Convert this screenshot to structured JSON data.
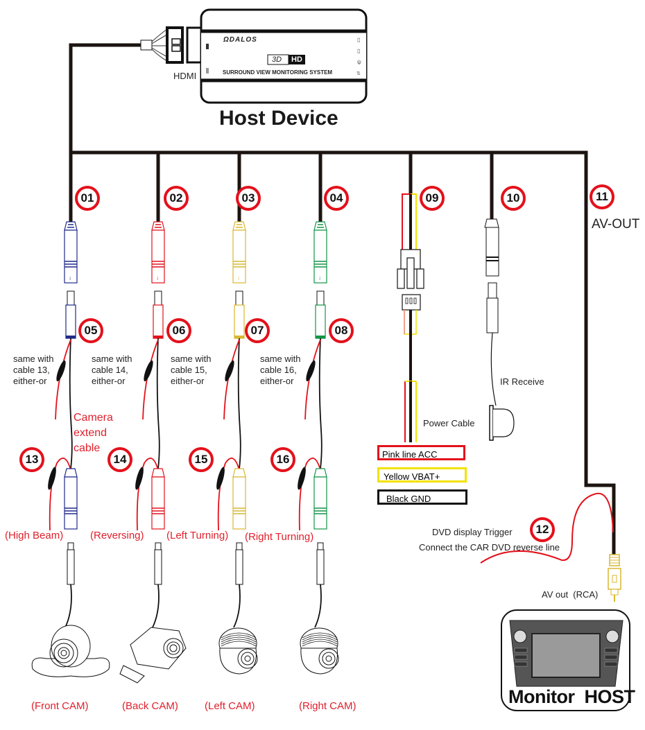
{
  "host": {
    "title": "Host Device",
    "brand": "ΩDALOS",
    "badge_3d": "3D",
    "badge_hd": "HD",
    "system_name": "SURROUND VIEW MONITORING SYSTEM",
    "hdmi_label": "HDMI"
  },
  "cables": [
    {
      "id": "01",
      "color": "#1f2a8a"
    },
    {
      "id": "02",
      "color": "#e3111b"
    },
    {
      "id": "03",
      "color": "#d9b730"
    },
    {
      "id": "04",
      "color": "#129447"
    },
    {
      "id": "05",
      "color": "#1f2a8a"
    },
    {
      "id": "06",
      "color": "#e3111b"
    },
    {
      "id": "07",
      "color": "#d9b730"
    },
    {
      "id": "08",
      "color": "#129447"
    },
    {
      "id": "09"
    },
    {
      "id": "10"
    },
    {
      "id": "11"
    },
    {
      "id": "12"
    },
    {
      "id": "13",
      "color": "#1f2a8a"
    },
    {
      "id": "14",
      "color": "#e3111b"
    },
    {
      "id": "15",
      "color": "#d9b730"
    },
    {
      "id": "16",
      "color": "#129447"
    }
  ],
  "notes": [
    {
      "line1": "same with",
      "line2": "cable 13,",
      "line3": "either-or"
    },
    {
      "line1": "same with",
      "line2": "cable 14,",
      "line3": "either-or"
    },
    {
      "line1": "same with",
      "line2": "cable 15,",
      "line3": "either-or"
    },
    {
      "line1": "same with",
      "line2": "cable 16,",
      "line3": "either-or"
    }
  ],
  "extend_cable": {
    "line1": "Camera",
    "line2": "extend",
    "line3": "cable"
  },
  "triggers": [
    "(High Beam)",
    "(Reversing)",
    "(Left Turning)",
    "(Right Turning)"
  ],
  "cameras": [
    "(Front CAM)",
    "(Back CAM)",
    "(Left CAM)",
    "(Right CAM)"
  ],
  "av_out": "AV-OUT",
  "ir_receive": "IR Receive",
  "power": {
    "label": "Power Cable",
    "wires": [
      {
        "label": "Pink line ACC",
        "color": "#e3111b"
      },
      {
        "label": "Yellow VBAT+",
        "color": "#f2e200"
      },
      {
        "label": "Black GND",
        "color": "#111111"
      }
    ]
  },
  "dvd_trigger": {
    "line1": "DVD display Trigger",
    "line2": "Connect the CAR DVD reverse line"
  },
  "rca_label": "AV out  (RCA)",
  "monitor_label": "Monitor  HOST"
}
